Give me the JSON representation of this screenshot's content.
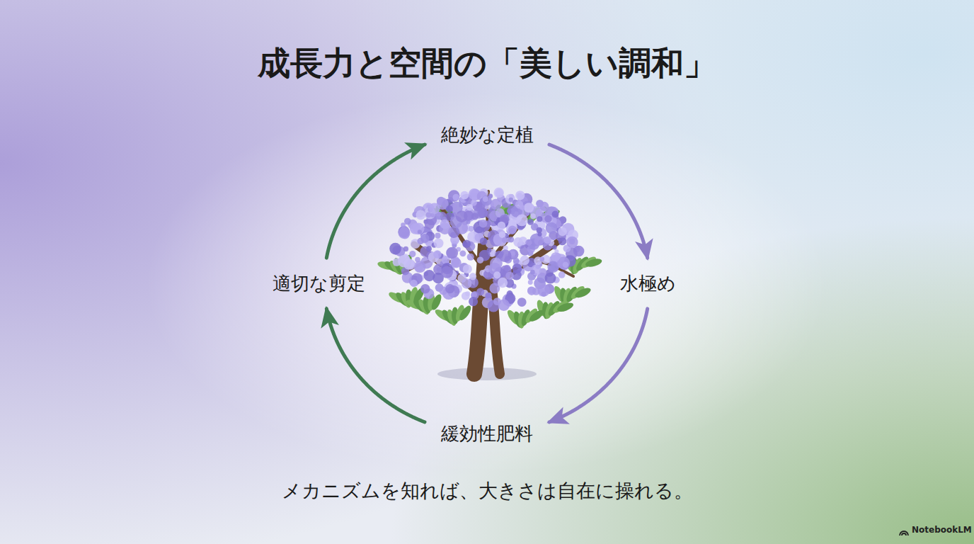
{
  "diagram": {
    "title": "成長力と空間の「美しい調和」",
    "caption": "メカニズムを知れば、大きさは自在に操れる。",
    "nodes": [
      {
        "text": [
          "絶妙な定植"
        ]
      },
      {
        "text": [
          "水極め"
        ]
      },
      {
        "text": [
          "緩効性肥料"
        ]
      },
      {
        "text": [
          "適切な剪定"
        ]
      }
    ],
    "edges": [
      {
        "from": 0,
        "to": 1,
        "arrow": "to"
      },
      {
        "from": 1,
        "to": 2,
        "arrow": "to"
      },
      {
        "from": 2,
        "to": 3,
        "arrow": "to"
      },
      {
        "from": 3,
        "to": 0,
        "arrow": "to"
      }
    ],
    "labels": [
      "NotebookLM"
    ]
  }
}
